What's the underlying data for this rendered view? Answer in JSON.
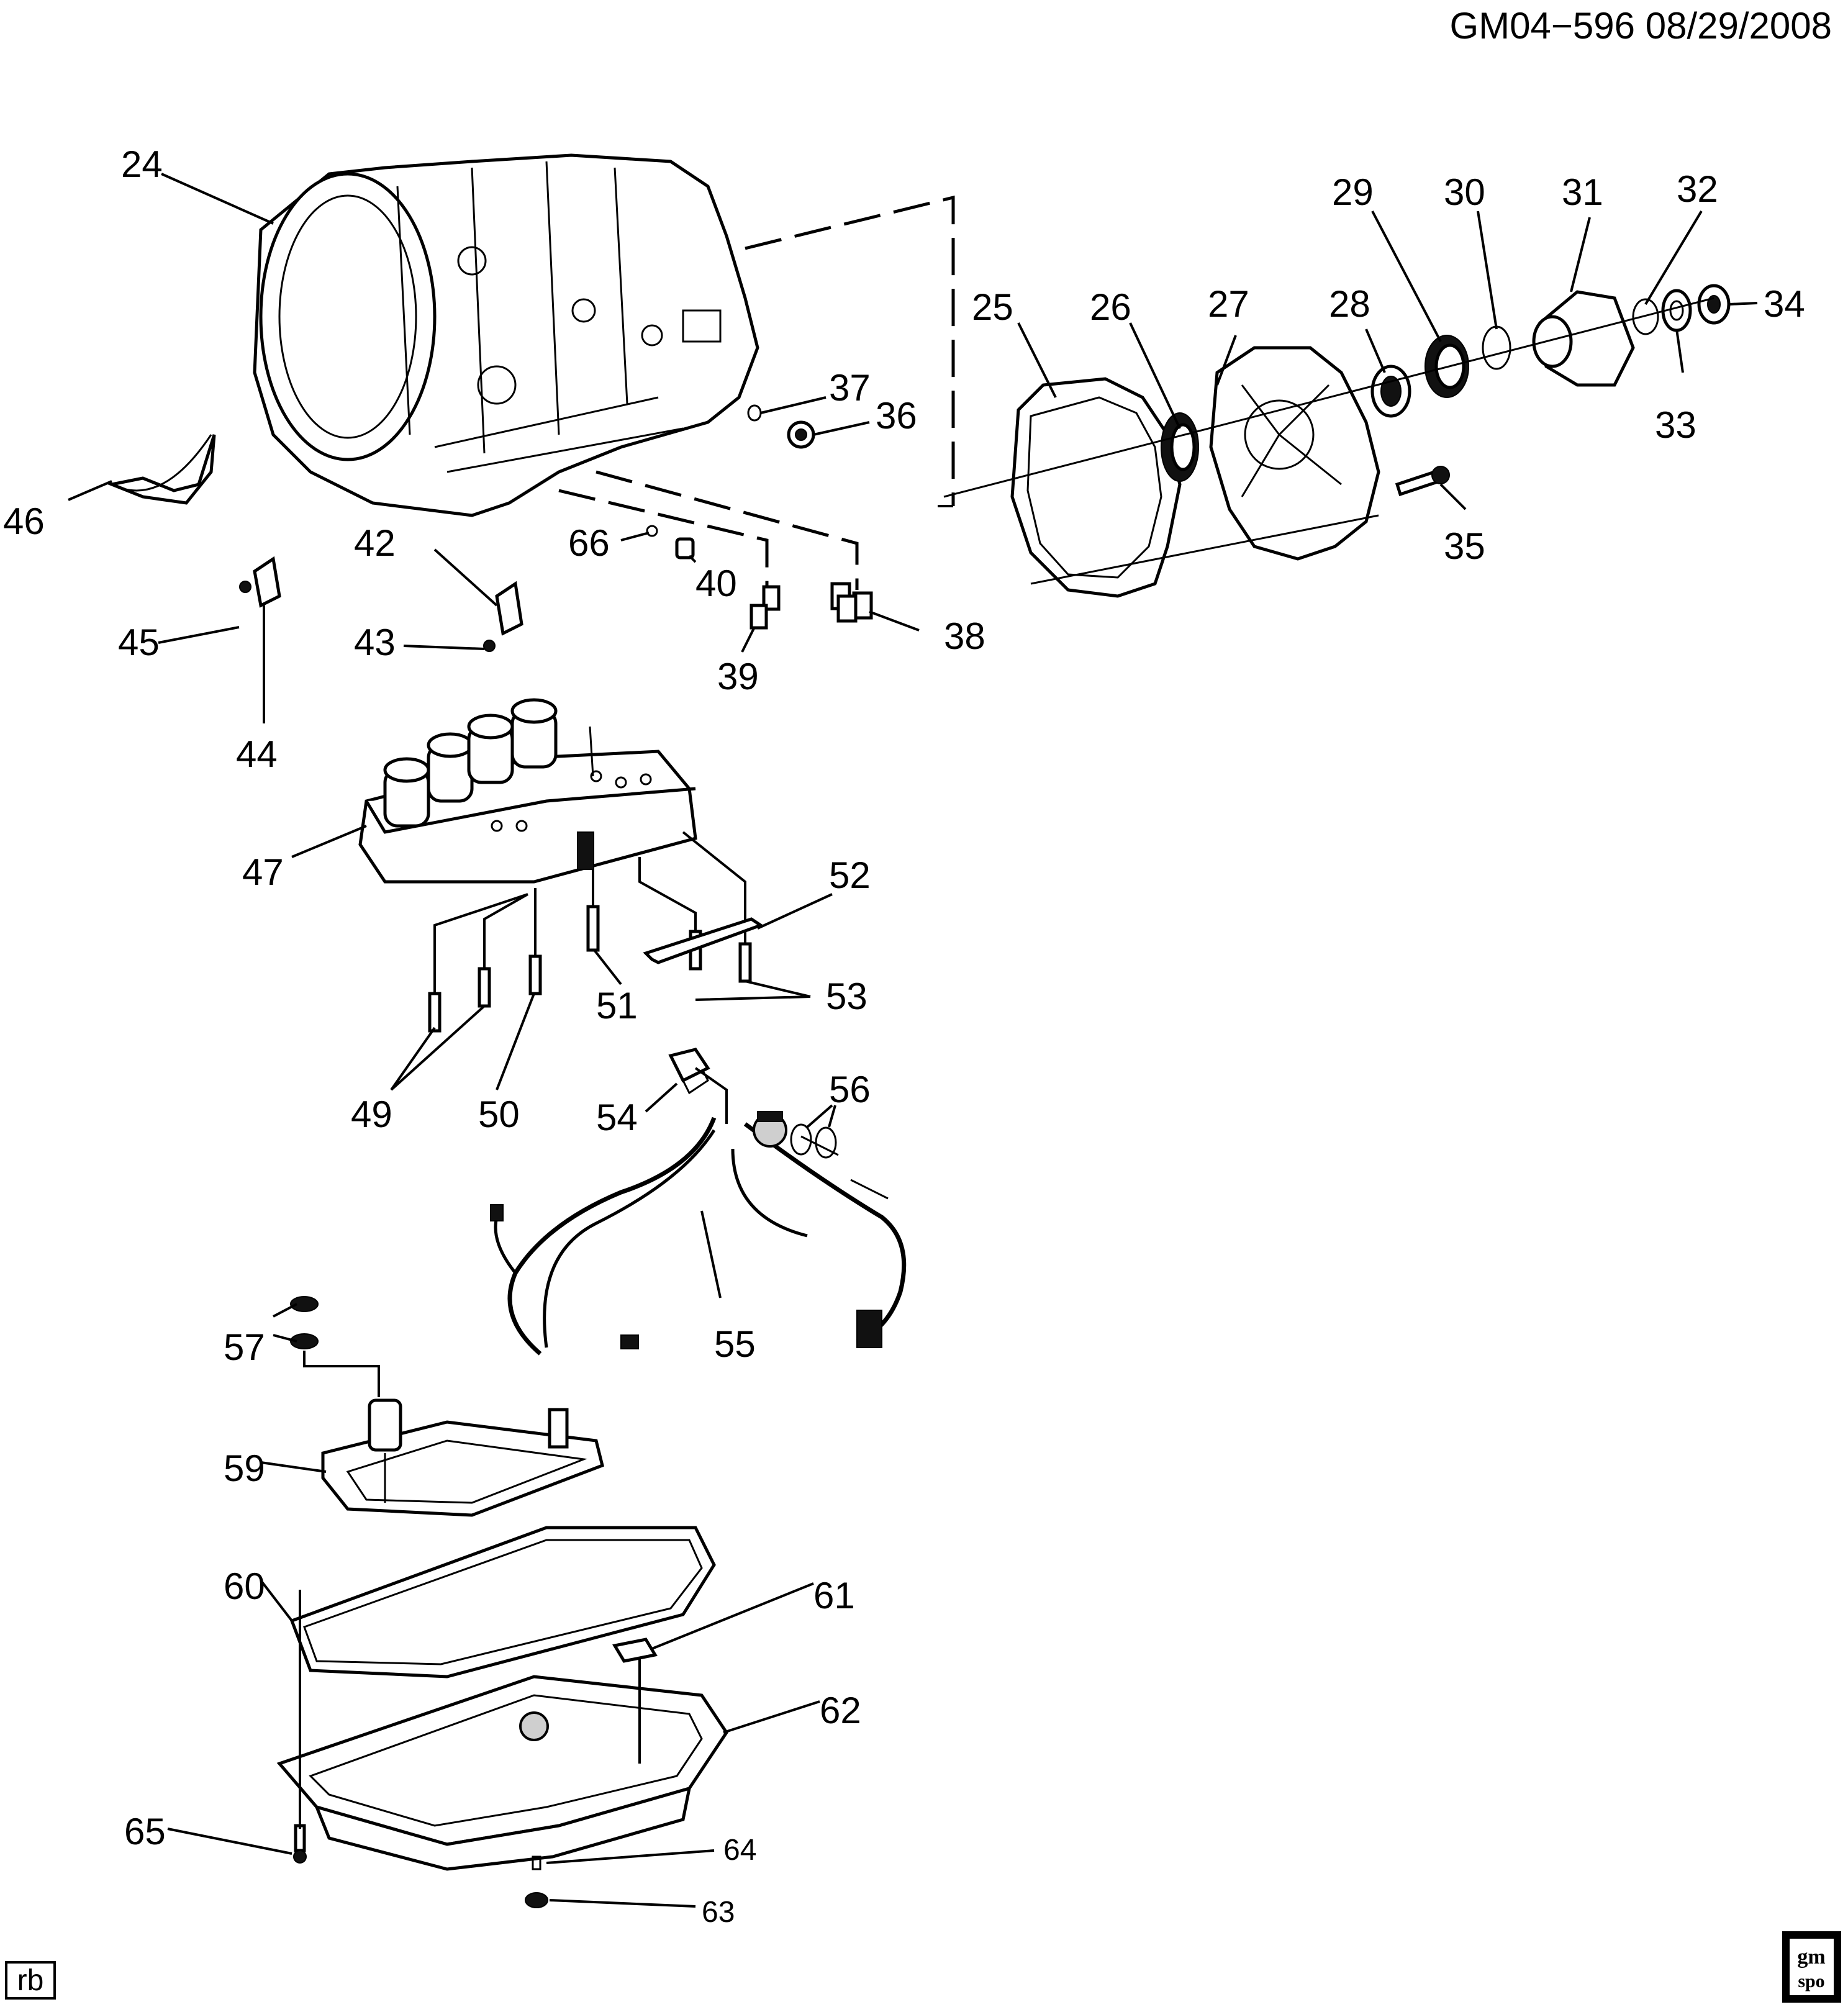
{
  "header": {
    "diagram_ref": "GM04−596  08/29/2008"
  },
  "footer": {
    "badge_left": "rb",
    "logo_top": "gm",
    "logo_bottom": "spo"
  },
  "callouts": {
    "c24": "24",
    "c25": "25",
    "c26": "26",
    "c27": "27",
    "c28": "28",
    "c29": "29",
    "c30": "30",
    "c31": "31",
    "c32": "32",
    "c33": "33",
    "c34": "34",
    "c35": "35",
    "c36": "36",
    "c37": "37",
    "c38": "38",
    "c39": "39",
    "c40": "40",
    "c42": "42",
    "c43": "43",
    "c44": "44",
    "c45": "45",
    "c46": "46",
    "c47": "47",
    "c49": "49",
    "c50": "50",
    "c51": "51",
    "c52": "52",
    "c53": "53",
    "c54": "54",
    "c55": "55",
    "c56": "56",
    "c57": "57",
    "c59": "59",
    "c60": "60",
    "c61": "61",
    "c62": "62",
    "c63": "63",
    "c64": "64",
    "c65": "65",
    "c66": "66"
  }
}
